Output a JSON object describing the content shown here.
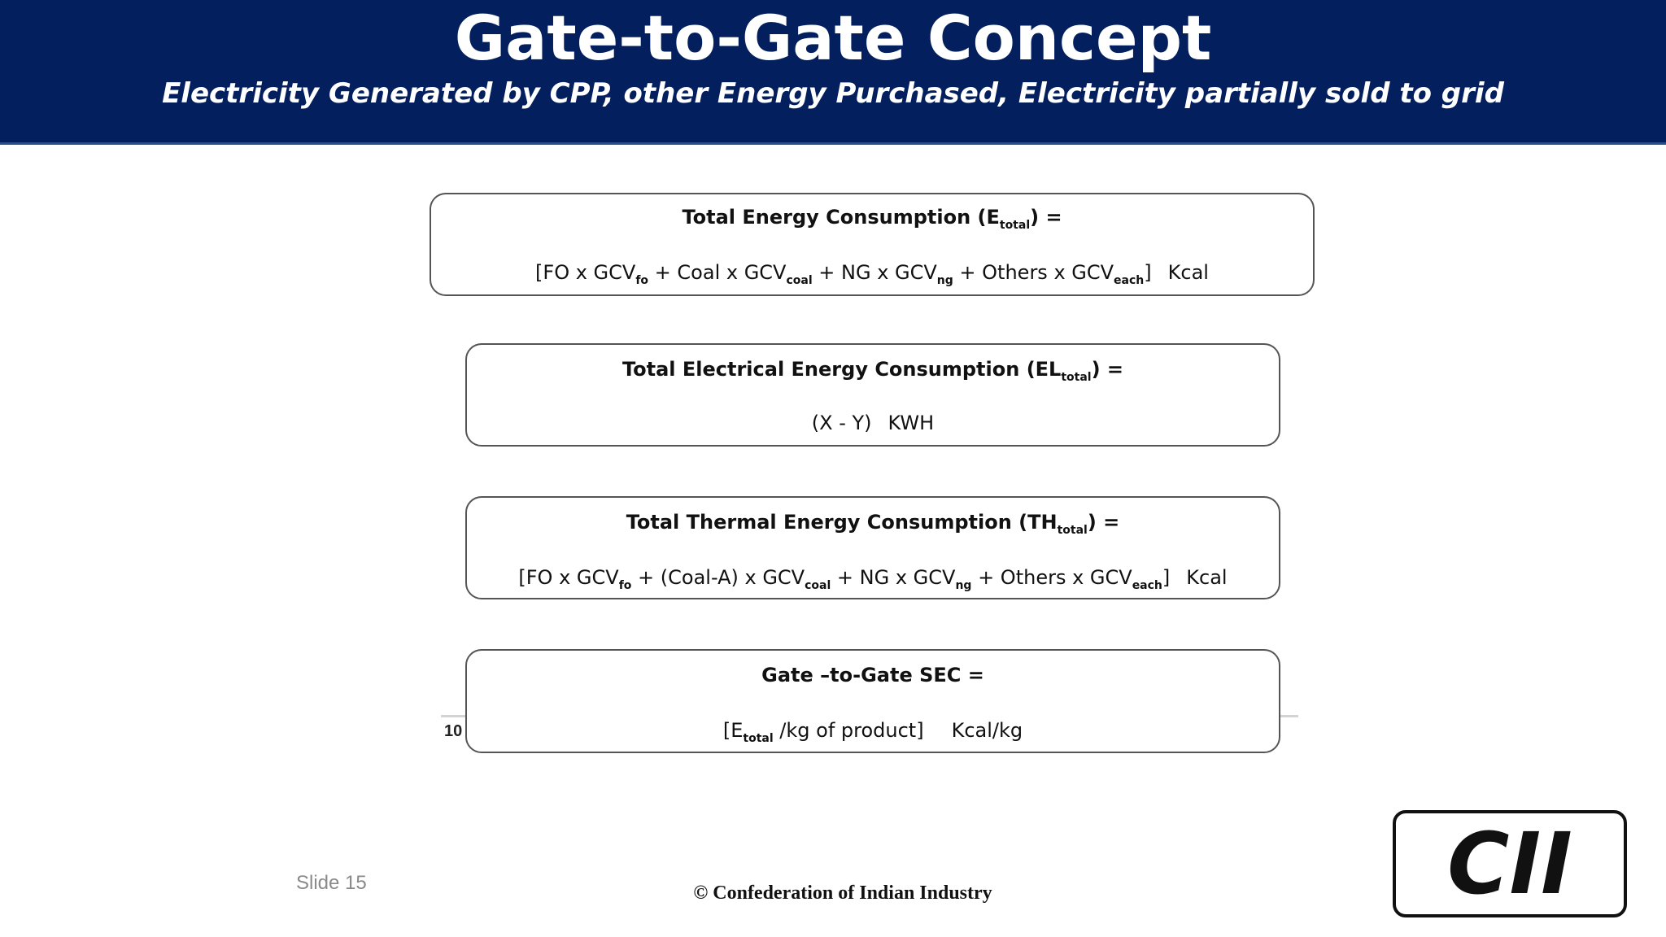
{
  "header": {
    "title": "Gate-to-Gate Concept",
    "subtitle": "Electricity Generated by CPP, other Energy Purchased, Electricity partially sold to grid"
  },
  "boxes": [
    {
      "heading_prefix": "Total Energy Consumption (E",
      "heading_sub": "total",
      "heading_suffix": ") =",
      "formula": {
        "t1": "[FO x GCV",
        "s1": "fo",
        "t2": " + Coal x GCV",
        "s2": "coal",
        "t3": " + NG x GCV",
        "s3": "ng",
        "t4": " + Others x GCV",
        "s4": "each",
        "t5": "]",
        "unit": "Kcal"
      }
    },
    {
      "heading_prefix": "Total Electrical Energy Consumption (EL",
      "heading_sub": "total",
      "heading_suffix": ") =",
      "formula_text": "(X - Y)",
      "unit": "KWH"
    },
    {
      "heading_prefix": "Total Thermal Energy Consumption (TH",
      "heading_sub": "total",
      "heading_suffix": ") =",
      "formula": {
        "t1": "[FO x GCV",
        "s1": "fo",
        "t2": " + (Coal-A) x GCV",
        "s2": "coal",
        "t3": " + NG x GCV",
        "s3": "ng",
        "t4": " + Others x GCV",
        "s4": "each",
        "t5": "]",
        "unit": "Kcal"
      }
    },
    {
      "heading": "Gate –to-Gate SEC =",
      "formula": {
        "t1": "[E",
        "s1": "total",
        "t2": " /kg of product]",
        "unit": "Kcal/kg"
      }
    }
  ],
  "footer": {
    "page_number": "10",
    "slide_label": "Slide 15",
    "copyright": "© Confederation of Indian Industry",
    "logo_text": "CII"
  },
  "colors": {
    "banner": "#031f5e",
    "text": "#111111"
  }
}
